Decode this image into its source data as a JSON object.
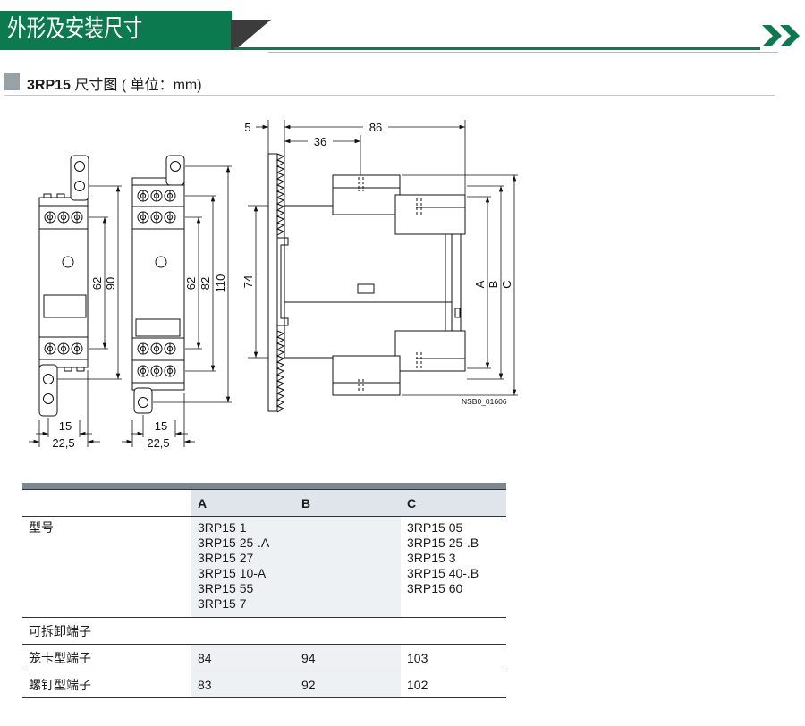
{
  "header": {
    "title": "外形及安装尺寸",
    "nav_icon": "double-chevron-right-icon",
    "accent_color": "#0c7a4e"
  },
  "section": {
    "title_bold": "3RP15",
    "title_rest": " 尺寸图 ( 单位：mm)"
  },
  "drawing": {
    "front_view_single": {
      "dim_62": "62",
      "dim_90": "90",
      "dim_15": "15",
      "dim_22_5": "22,5"
    },
    "front_view_double": {
      "dim_62": "62",
      "dim_82": "82",
      "dim_110": "110",
      "dim_15": "15",
      "dim_22_5": "22,5"
    },
    "side_view": {
      "dim_5": "5",
      "dim_36": "36",
      "dim_86": "86",
      "dim_74": "74",
      "dim_a": "A",
      "dim_b": "B",
      "dim_c": "C"
    },
    "drawing_id": "NSB0_01606"
  },
  "table": {
    "headers": [
      "A",
      "B",
      "C"
    ],
    "model_row": {
      "label": "型号",
      "a": [
        "3RP15 1",
        "3RP15 25-.A",
        "3RP15 27",
        "3RP15 10-A",
        "3RP15 55",
        "3RP15 7"
      ],
      "c": [
        "3RP15 05",
        "3RP15 25-.B",
        "3RP15 3",
        "3RP15 40-.B",
        "3RP15 60"
      ]
    },
    "removable_terminals_label": "可拆卸端子",
    "cage_clamp_row": {
      "label": "笼卡型端子",
      "a": "84",
      "b": "94",
      "c": "103"
    },
    "screw_row": {
      "label": "螺钉型端子",
      "a": "83",
      "b": "92",
      "c": "102"
    }
  }
}
